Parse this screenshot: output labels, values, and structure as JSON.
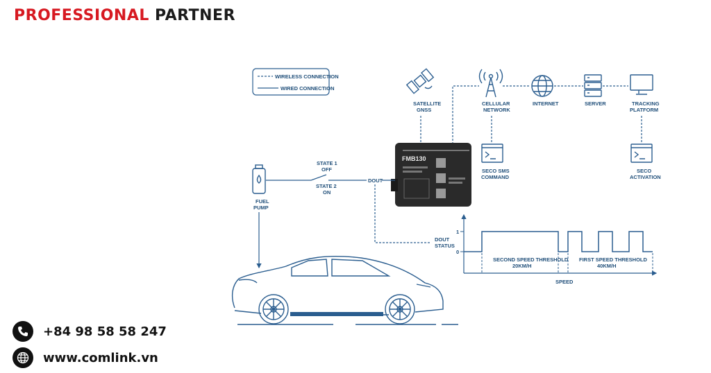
{
  "brand": {
    "part1": "PROFESSIONAL",
    "part2": "PARTNER"
  },
  "contacts": {
    "phone": {
      "icon": "phone-icon",
      "text": "+84 98 58 58 247"
    },
    "web": {
      "icon": "globe-icon",
      "text": "www.comlink.vn"
    }
  },
  "colors": {
    "accent_red": "#d71921",
    "diagram_blue": "#2a5d8f",
    "dark": "#1b1b1b"
  },
  "legend": {
    "wireless": "WIRELESS CONNECTION",
    "wired": "WIRED CONNECTION"
  },
  "nodes": {
    "satellite": {
      "line1": "SATELLITE",
      "line2": "GNSS"
    },
    "cellular": {
      "line1": "CELLULAR",
      "line2": "NETWORK"
    },
    "internet": {
      "line1": "INTERNET"
    },
    "server": {
      "line1": "SERVER"
    },
    "tracking": {
      "line1": "TRACKING",
      "line2": "PLATFORM"
    },
    "sms": {
      "line1": "SECO SMS",
      "line2": "COMMAND"
    },
    "activation": {
      "line1": "SECO",
      "line2": "ACTIVATION"
    },
    "fuel": {
      "line1": "FUEL",
      "line2": "PUMP"
    }
  },
  "switch": {
    "state1": "STATE 1",
    "off": "OFF",
    "state2": "STATE 2",
    "on": "ON",
    "dout": "DOUT"
  },
  "device": {
    "model": "FMB130"
  },
  "graph": {
    "dout_line1": "DOUT",
    "dout_line2": "STATUS",
    "y_high": "1",
    "y_low": "0",
    "threshold2_line1": "SECOND SPEED THRESHOLD",
    "threshold2_line2": "20KM/H",
    "threshold1_line1": "FIRST SPEED THRESHOLD",
    "threshold1_line2": "40KM/H",
    "x_label": "SPEED"
  }
}
